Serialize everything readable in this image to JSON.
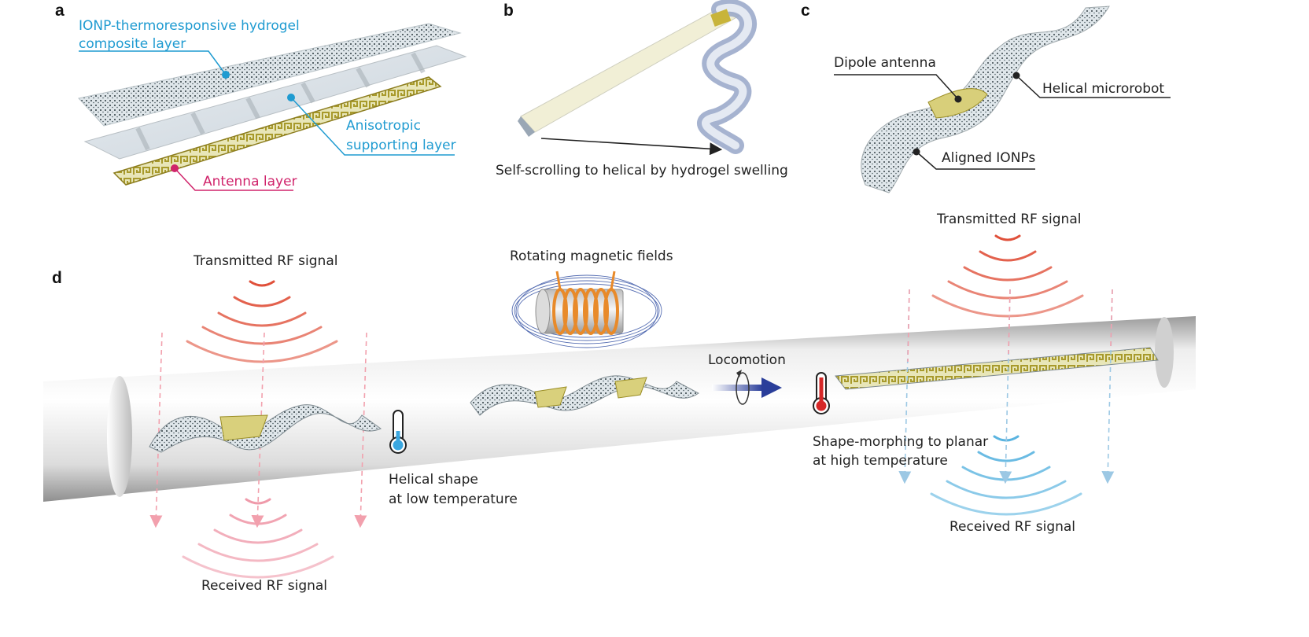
{
  "panels": {
    "a": {
      "letter": "a",
      "hydrogel_label_1": "IONP-thermoresponsive hydrogel",
      "hydrogel_label_2": "composite layer",
      "support_label_1": "Anisotropic",
      "support_label_2": "supporting layer",
      "antenna_label": "Antenna layer"
    },
    "b": {
      "letter": "b",
      "caption": "Self-scrolling to helical by hydrogel swelling"
    },
    "c": {
      "letter": "c",
      "dipole_label": "Dipole antenna",
      "helical_label": "Helical microrobot",
      "ionps_label": "Aligned IONPs"
    },
    "d": {
      "letter": "d",
      "left_tx": "Transmitted RF signal",
      "left_rx": "Received RF signal",
      "magnet_label": "Rotating magnetic fields",
      "locomotion_label": "Locomotion",
      "helical_caption_1": "Helical shape",
      "helical_caption_2": "at low temperature",
      "planar_caption_1": "Shape-morphing to planar",
      "planar_caption_2": "at high temperature",
      "right_tx": "Transmitted RF signal",
      "right_rx": "Received RF signal"
    }
  },
  "colors": {
    "label_blue": "#1f9bd1",
    "label_pink": "#d0246b",
    "antenna_gold": "#b8a83a",
    "tx_red": "#e0503a",
    "rx_pink": "#ef9aaa",
    "rx_blue": "#5ab4e0",
    "coil_orange": "#e88a2a",
    "arrow_navy": "#2a3e9a",
    "thermo_cold": "#3aa7e0",
    "thermo_hot": "#d62828"
  },
  "icons": [
    "thermometer-cold-icon",
    "thermometer-hot-icon",
    "rotation-arrow-icon",
    "electromagnet-coil-icon"
  ]
}
